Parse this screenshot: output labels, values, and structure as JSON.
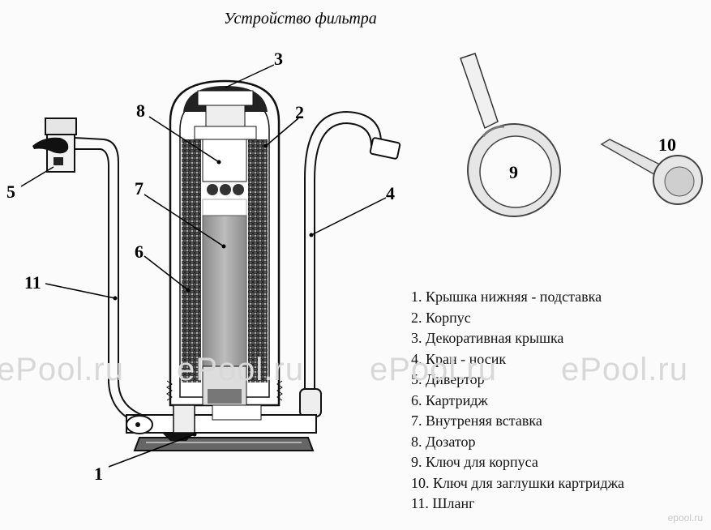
{
  "title": "Устройство фильтра",
  "callouts": {
    "n1": "1",
    "n2": "2",
    "n3": "3",
    "n4": "4",
    "n5": "5",
    "n6": "6",
    "n7": "7",
    "n8": "8",
    "n9": "9",
    "n10": "10",
    "n11": "11"
  },
  "legend": [
    "1. Крышка нижняя - подставка",
    "2. Корпус",
    "3. Декоративная крышка",
    "4. Кран - носик",
    "5. Дивертор",
    "6. Картридж",
    "7. Внутреняя вставка",
    "8. Дозатор",
    "9. Ключ для корпуса",
    "10. Ключ для заглушки картриджа",
    "11. Шланг"
  ],
  "watermarks": [
    "ePool.ru",
    "ePool.ru",
    "ePool.ru",
    "ePool.ru"
  ],
  "watermark_small": "epool.ru"
}
